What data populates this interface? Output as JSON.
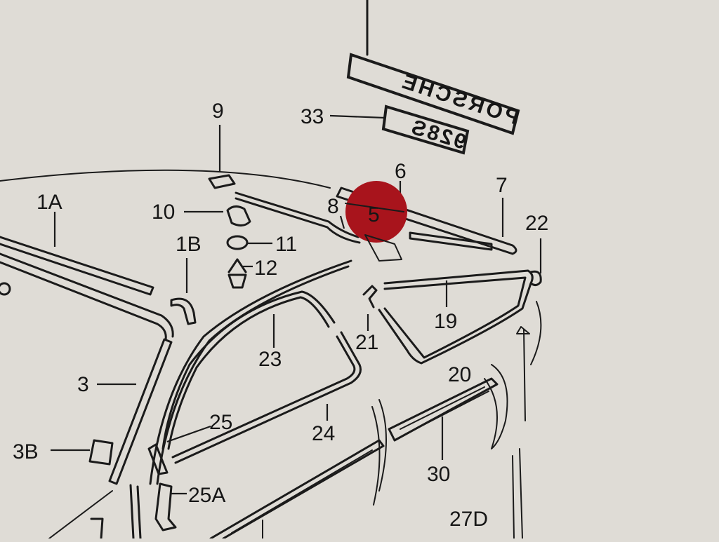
{
  "diagram": {
    "callouts": [
      {
        "id": "c-9",
        "label": "9"
      },
      {
        "id": "c-33",
        "label": "33"
      },
      {
        "id": "c-6",
        "label": "6"
      },
      {
        "id": "c-7",
        "label": "7"
      },
      {
        "id": "c-22",
        "label": "22"
      },
      {
        "id": "c-1a",
        "label": "1A"
      },
      {
        "id": "c-10",
        "label": "10"
      },
      {
        "id": "c-8",
        "label": "8"
      },
      {
        "id": "c-5",
        "label": "5"
      },
      {
        "id": "c-1b",
        "label": "1B"
      },
      {
        "id": "c-11",
        "label": "11"
      },
      {
        "id": "c-12",
        "label": "12"
      },
      {
        "id": "c-19",
        "label": "19"
      },
      {
        "id": "c-21",
        "label": "21"
      },
      {
        "id": "c-23",
        "label": "23"
      },
      {
        "id": "c-3",
        "label": "3"
      },
      {
        "id": "c-20",
        "label": "20"
      },
      {
        "id": "c-25",
        "label": "25"
      },
      {
        "id": "c-24",
        "label": "24"
      },
      {
        "id": "c-3b",
        "label": "3B"
      },
      {
        "id": "c-30",
        "label": "30"
      },
      {
        "id": "c-25a",
        "label": "25A"
      },
      {
        "id": "c-27d",
        "label": "27D"
      }
    ],
    "badge_main": "PORSCHE",
    "badge_model": "928S",
    "marker_color": "#a8141c",
    "line_color": "#1b1b1b",
    "paper_color": "#dfdcd6"
  }
}
